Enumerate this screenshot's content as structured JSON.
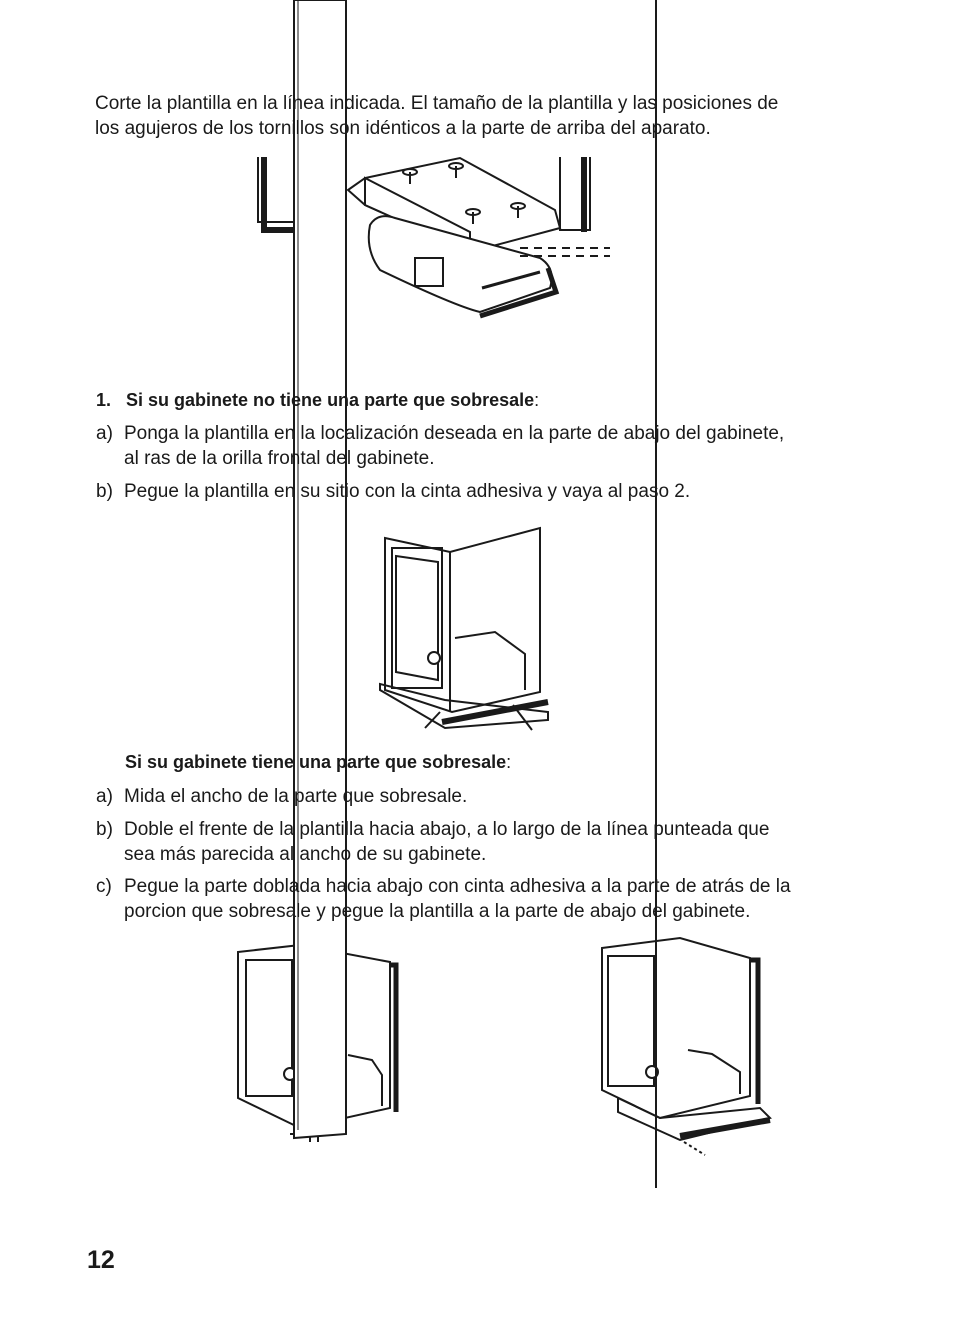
{
  "intro": {
    "line1": "Corte la plantilla en la línea indicada. El tamaño de la plantilla y las posiciones de",
    "line2": "los agujeros de los tornillos son idénticos a la parte de arriba del aparato."
  },
  "step1": {
    "heading_num": "1.",
    "heading_text": "Si su gabinete no tiene una parte que sobresale",
    "heading_colon": ":",
    "a_label": "a)",
    "a_line1": "Ponga la plantilla en la localización deseada en la parte de abajo del gabinete,",
    "a_line2": "al ras de la orilla frontal del gabinete.",
    "b_label": "b)",
    "b_line1": "Pegue la plantilla en su sitio con la cinta adhesiva y vaya al paso 2."
  },
  "step2": {
    "heading_text": "Si su gabinete tiene una parte que sobresale",
    "heading_colon": ":",
    "a_label": "a)",
    "a_line1": "Mida el ancho de la parte que sobresale.",
    "b_label": "b)",
    "b_line1": "Doble el frente de la plantilla hacia abajo, a lo largo de la línea punteada que",
    "b_line2": "sea más parecida al ancho de su gabinete.",
    "c_label": "c)",
    "c_line1": "Pegue la parte doblada hacia abajo con cinta adhesiva a la parte de atrás de la",
    "c_line2": "porcion que sobresale y pegue la plantilla a la parte de abajo del gabinete."
  },
  "page_number": "12"
}
